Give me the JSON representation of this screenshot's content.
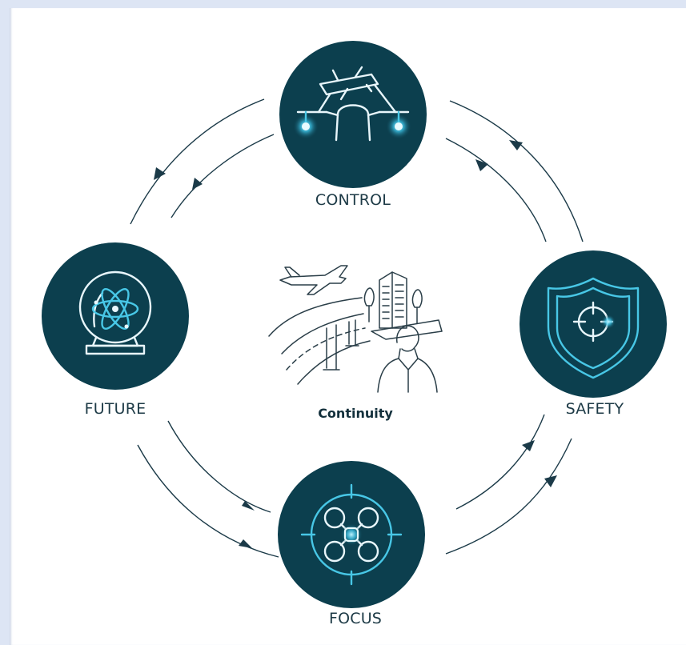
{
  "diagram": {
    "nodes": [
      {
        "id": "control",
        "label": "CONTROL",
        "icon": "tethered-drone-icon"
      },
      {
        "id": "safety",
        "label": "SAFETY",
        "icon": "shield-target-icon"
      },
      {
        "id": "focus",
        "label": "FOCUS",
        "icon": "quadcopter-crosshair-icon"
      },
      {
        "id": "future",
        "label": "FUTURE",
        "icon": "crystal-ball-atom-icon"
      }
    ],
    "center": {
      "label": "Continuity",
      "icon": "airport-city-traveler-illustration"
    },
    "flow": "clockwise",
    "colors": {
      "node_fill": "#0c3f4e",
      "accent": "#48c7e6",
      "line": "#1b3a48"
    }
  }
}
